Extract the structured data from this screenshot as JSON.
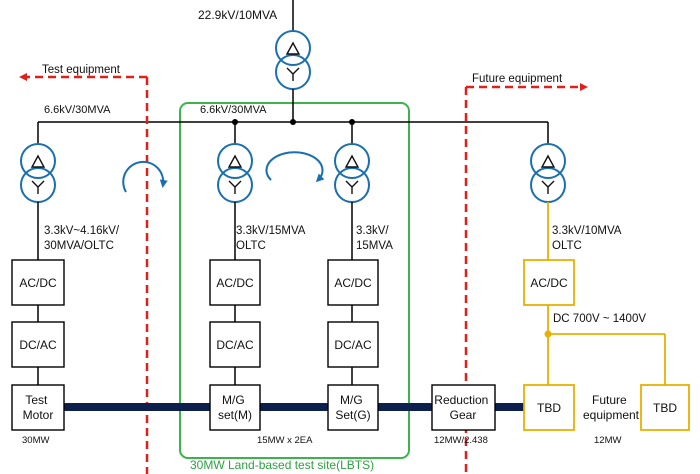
{
  "colors": {
    "line": "#000000",
    "transformer": "#1a6fb0",
    "test_site_frame": "#3cb44b",
    "test_site_label": "#2ea043",
    "arrow_red": "#e0201b",
    "future": "#e8b000",
    "shaft": "#0c1f4d"
  },
  "source": {
    "label": "22.9kV/10MVA"
  },
  "busbars": {
    "left": "6.6kV/30MVA",
    "center": "6.6kV/30MVA"
  },
  "boundaries": {
    "test": "Test equipment",
    "future": "Future equipment"
  },
  "transformers": {
    "t1": "3.3kV~4.16kV/\n30MVA/OLTC",
    "t2": "3.3kV/15MVA\nOLTC",
    "t3": "3.3kV/\n15MVA",
    "t4": "3.3kV/10MVA\nOLTC"
  },
  "blocks": {
    "acdc": "AC/DC",
    "dcac": "DC/AC",
    "test_motor": "Test\nMotor",
    "mg_motor": "M/G\nset(M)",
    "mg_gen": "M/G\nSet(G)",
    "reduction": "Reduction\nGear",
    "tbd": "TBD"
  },
  "future_dc": "DC 700V ~ 1400V",
  "future_label": "Future\nequipment",
  "ratings": {
    "test_motor": "30MW",
    "mg": "15MW x 2EA",
    "reduction": "12MW/2.438",
    "future": "12MW"
  },
  "site_label": "30MW Land-based test site(LBTS)",
  "icons": {
    "transformer_primary": "delta-symbol",
    "transformer_secondary": "wye-symbol",
    "rotation": "circular-arrow-icon"
  }
}
